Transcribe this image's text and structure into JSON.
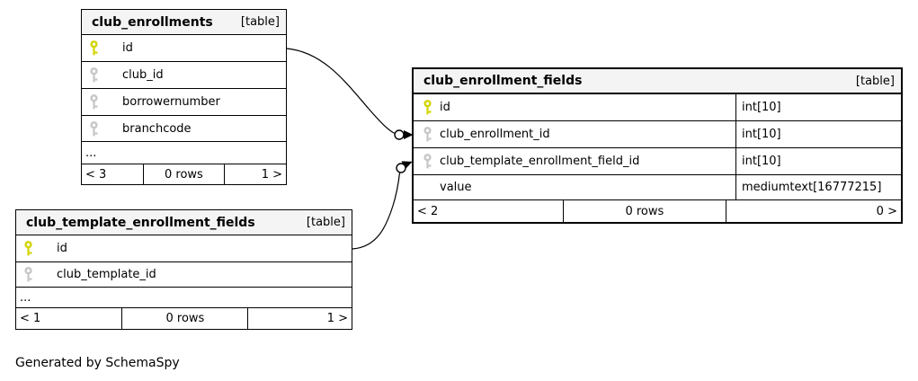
{
  "diagram": {
    "generated_by": "Generated by SchemaSpy"
  },
  "colors": {
    "header_bg": "#f4f4f4",
    "primary_key": "#d4d404",
    "foreign_key": "#c6c6c6",
    "border": "#000000"
  },
  "tables": [
    {
      "name": "club_enrollments",
      "tag": "[table]",
      "columns": [
        {
          "name": "id",
          "key": "primary-key-icon"
        },
        {
          "name": "club_id",
          "key": "foreign-key-icon"
        },
        {
          "name": "borrowernumber",
          "key": "foreign-key-icon"
        },
        {
          "name": "branchcode",
          "key": "foreign-key-icon"
        }
      ],
      "ellipsis": "...",
      "footer": {
        "left": "< 3",
        "center": "0 rows",
        "right": "1 >"
      }
    },
    {
      "name": "club_enrollment_fields",
      "tag": "[table]",
      "columns": [
        {
          "name": "id",
          "type": "int[10]",
          "key": "primary-key-icon"
        },
        {
          "name": "club_enrollment_id",
          "type": "int[10]",
          "key": "foreign-key-icon"
        },
        {
          "name": "club_template_enrollment_field_id",
          "type": "int[10]",
          "key": "foreign-key-icon"
        },
        {
          "name": "value",
          "type": "mediumtext[16777215]",
          "key": ""
        }
      ],
      "footer": {
        "left": "< 2",
        "center": "0 rows",
        "right": "0 >"
      }
    },
    {
      "name": "club_template_enrollment_fields",
      "tag": "[table]",
      "columns": [
        {
          "name": "id",
          "key": "primary-key-icon"
        },
        {
          "name": "club_template_id",
          "key": "foreign-key-icon"
        }
      ],
      "ellipsis": "...",
      "footer": {
        "left": "< 1",
        "center": "0 rows",
        "right": "1 >"
      }
    }
  ],
  "relationships": [
    {
      "from": "club_enrollments.id",
      "to": "club_enrollment_fields.club_enrollment_id"
    },
    {
      "from": "club_template_enrollment_fields.id",
      "to": "club_enrollment_fields.club_template_enrollment_field_id"
    }
  ]
}
